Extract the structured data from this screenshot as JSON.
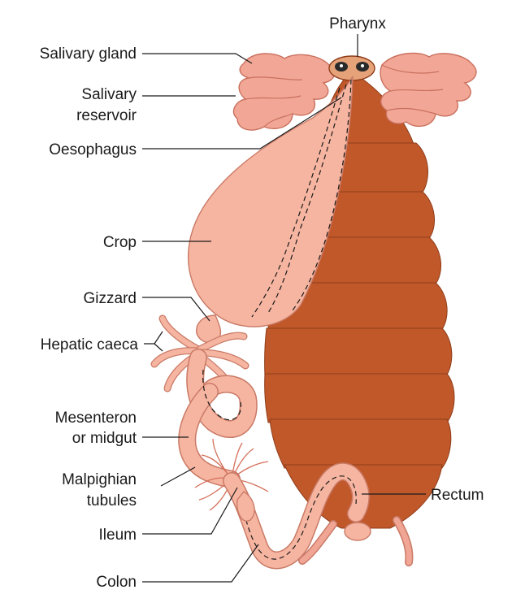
{
  "labels": {
    "pharynx": "Pharynx",
    "salivary_gland": "Salivary gland",
    "salivary_reservoir_1": "Salivary",
    "salivary_reservoir_2": "reservoir",
    "oesophagus": "Oesophagus",
    "crop": "Crop",
    "gizzard": "Gizzard",
    "hepatic_caeca": "Hepatic caeca",
    "mesenteron_1": "Mesenteron",
    "mesenteron_2": "or midgut",
    "malpighian_1": "Malpighian",
    "malpighian_2": "tubules",
    "ileum": "Ileum",
    "colon": "Colon",
    "rectum": "Rectum"
  },
  "colors": {
    "body": "#c0582a",
    "gut": "#f6b5a1",
    "gland": "#f2a796"
  }
}
